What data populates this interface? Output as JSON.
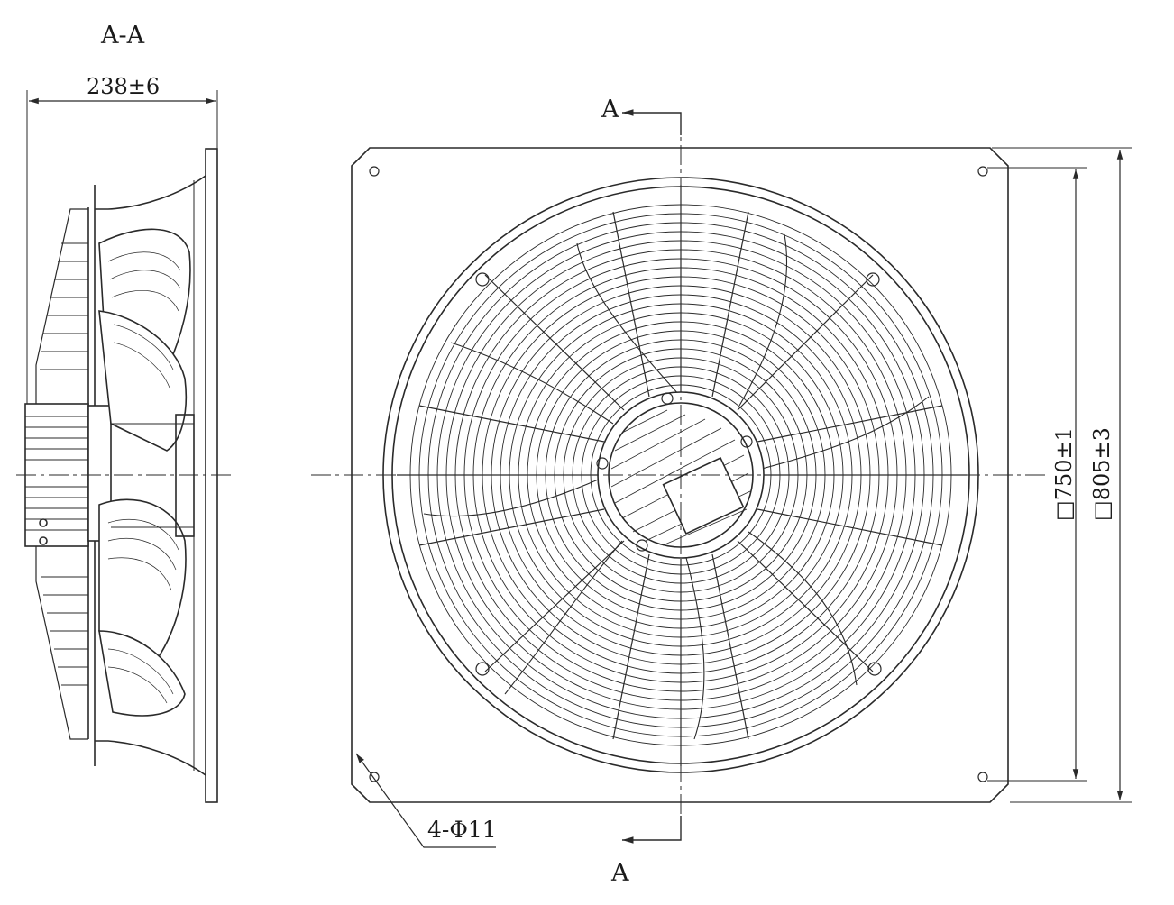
{
  "labels": {
    "section_title": "A-A",
    "depth_dimension": "238±6",
    "cut_top": "A",
    "cut_bottom": "A",
    "mounting_holes": "4-Φ11",
    "inner_square": "□750±1",
    "outer_square": "□805±3"
  },
  "colors": {
    "line": "#2a2a2a",
    "fill": "#ffffff"
  }
}
